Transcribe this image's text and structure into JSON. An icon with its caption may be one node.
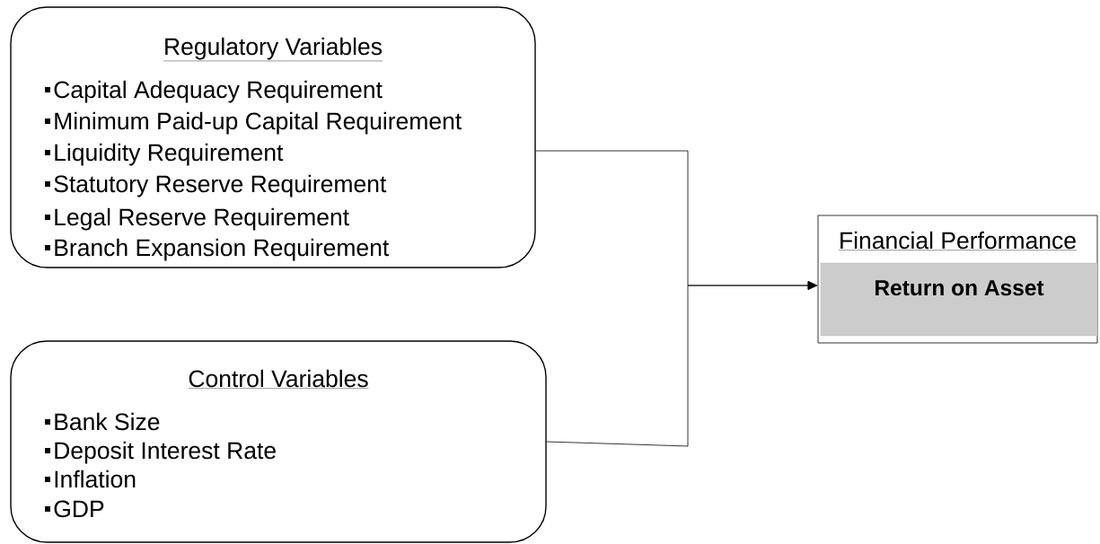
{
  "diagram": {
    "nodes": [
      {
        "text": [
          "Regulatory Variables",
          "Capital Adequacy Requirement",
          "Minimum Paid-up Capital Requirement",
          "Liquidity Requirement",
          "Statutory Reserve Requirement",
          "Legal Reserve Requirement",
          "Branch Expansion Requirement"
        ]
      },
      {
        "text": [
          "Control Variables",
          "Bank Size",
          "Deposit Interest Rate",
          "Inflation",
          "GDP"
        ]
      },
      {
        "text": [
          "Financial Performance"
        ]
      },
      {
        "text": [
          "Return on Asset"
        ],
        "in": 2
      }
    ],
    "edges": [
      {
        "from": 0,
        "to": 2,
        "arrow": "to"
      },
      {
        "from": 1,
        "to": 2,
        "arrow": "to"
      }
    ]
  }
}
